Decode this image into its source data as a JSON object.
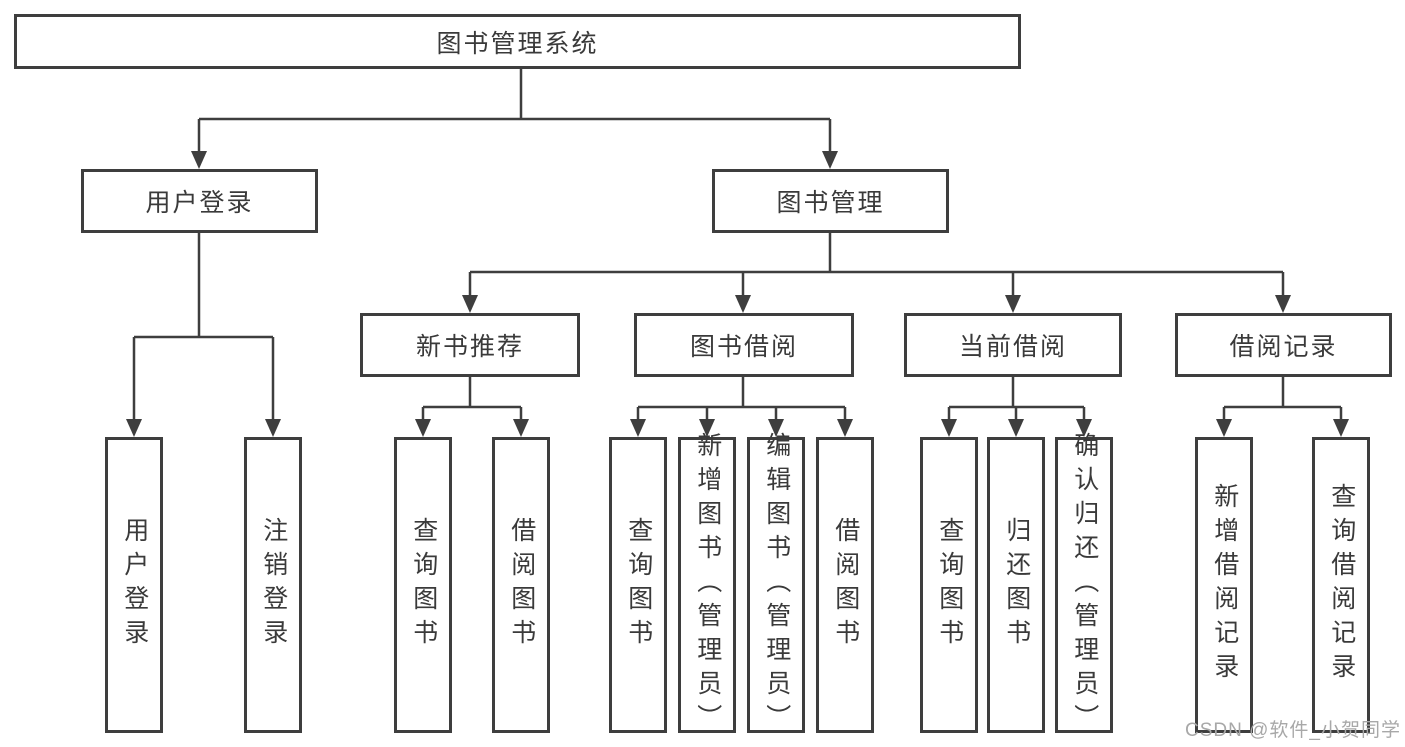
{
  "diagram": {
    "root": {
      "label": "图书管理系统"
    },
    "level2": [
      {
        "label": "用户登录"
      },
      {
        "label": "图书管理"
      }
    ],
    "level3": [
      {
        "label": "新书推荐",
        "parent": "图书管理"
      },
      {
        "label": "图书借阅",
        "parent": "图书管理"
      },
      {
        "label": "当前借阅",
        "parent": "图书管理"
      },
      {
        "label": "借阅记录",
        "parent": "图书管理"
      }
    ],
    "leaves": [
      {
        "label": "用户登录",
        "parent": "用户登录"
      },
      {
        "label": "注销登录",
        "parent": "用户登录"
      },
      {
        "label": "查询图书",
        "parent": "新书推荐"
      },
      {
        "label": "借阅图书",
        "parent": "新书推荐"
      },
      {
        "label": "查询图书",
        "parent": "图书借阅"
      },
      {
        "label": "新增图书（管理员）",
        "parent": "图书借阅"
      },
      {
        "label": "编辑图书（管理员）",
        "parent": "图书借阅"
      },
      {
        "label": "借阅图书",
        "parent": "图书借阅"
      },
      {
        "label": "查询图书",
        "parent": "当前借阅"
      },
      {
        "label": "归还图书",
        "parent": "当前借阅"
      },
      {
        "label": "确认归还（管理员）",
        "parent": "当前借阅"
      },
      {
        "label": "新增借阅记录",
        "parent": "借阅记录"
      },
      {
        "label": "查询借阅记录",
        "parent": "借阅记录"
      }
    ]
  },
  "watermark": {
    "text": "CSDN @软件_小贺同学"
  },
  "colors": {
    "line": "#3e3e3e",
    "text": "#3a3a3a",
    "background": "#ffffff",
    "watermark": "#a8a8a8"
  }
}
